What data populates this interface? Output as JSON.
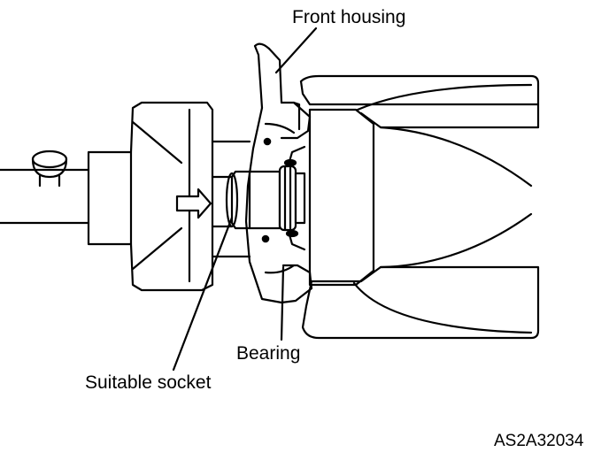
{
  "labels": {
    "front_housing": "Front housing",
    "bearing": "Bearing",
    "suitable_socket": "Suitable socket",
    "figure_code": "AS2A32034"
  },
  "colors": {
    "line": "#000000",
    "background": "#ffffff"
  }
}
